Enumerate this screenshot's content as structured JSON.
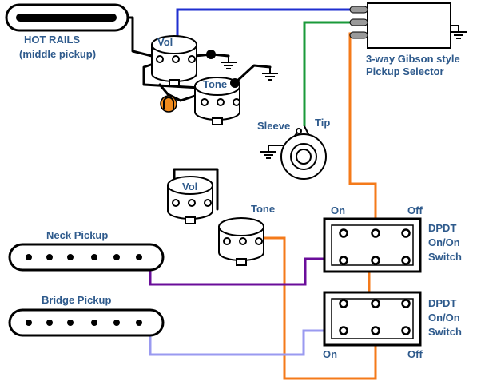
{
  "labels": {
    "hot_rails": "HOT RAILS",
    "middle_pickup": "(middle pickup)",
    "vol_top": "Vol",
    "tone_top": "Tone",
    "vol_bottom": "Vol",
    "tone_bottom": "Tone",
    "selector_line1": "3-way Gibson style",
    "selector_line2": "Pickup Selector",
    "sleeve": "Sleeve",
    "tip": "Tip",
    "neck_pickup": "Neck Pickup",
    "bridge_pickup": "Bridge Pickup",
    "on_top": "On",
    "off_top": "Off",
    "on_bottom": "On",
    "off_bottom": "Off",
    "dpdt1_line1": "DPDT",
    "dpdt1_line2": "On/On",
    "dpdt1_line3": "Switch",
    "dpdt2_line1": "DPDT",
    "dpdt2_line2": "On/On",
    "dpdt2_line3": "Switch"
  },
  "colors": {
    "label": "#2e5a8c",
    "wire_blue": "#1f2fd0",
    "wire_green": "#1a9a3a",
    "wire_orange": "#f47a1a",
    "wire_purple": "#6a0d9a",
    "wire_lavender": "#9a9af0",
    "wire_black": "#000000",
    "capacitor": "#f08a1c"
  }
}
